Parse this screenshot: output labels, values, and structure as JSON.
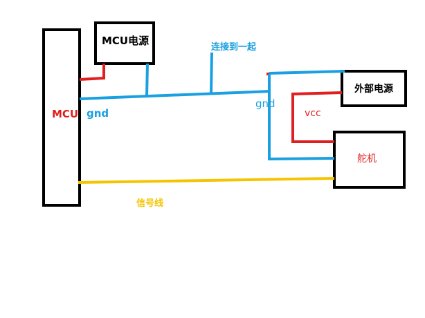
{
  "colors": {
    "red": "#e02020",
    "blue": "#1aa0e0",
    "yellow": "#f5c400",
    "black": "#000000"
  },
  "blocks": {
    "mcu": "MCU",
    "mcu_power": "MCU电源",
    "external_power": "外部电源",
    "servo": "舵机"
  },
  "labels": {
    "connect_together": "连接到一起",
    "gnd_left": "gnd",
    "gnd_right": "gnd",
    "vcc": "vcc",
    "signal_line": "信号线"
  }
}
